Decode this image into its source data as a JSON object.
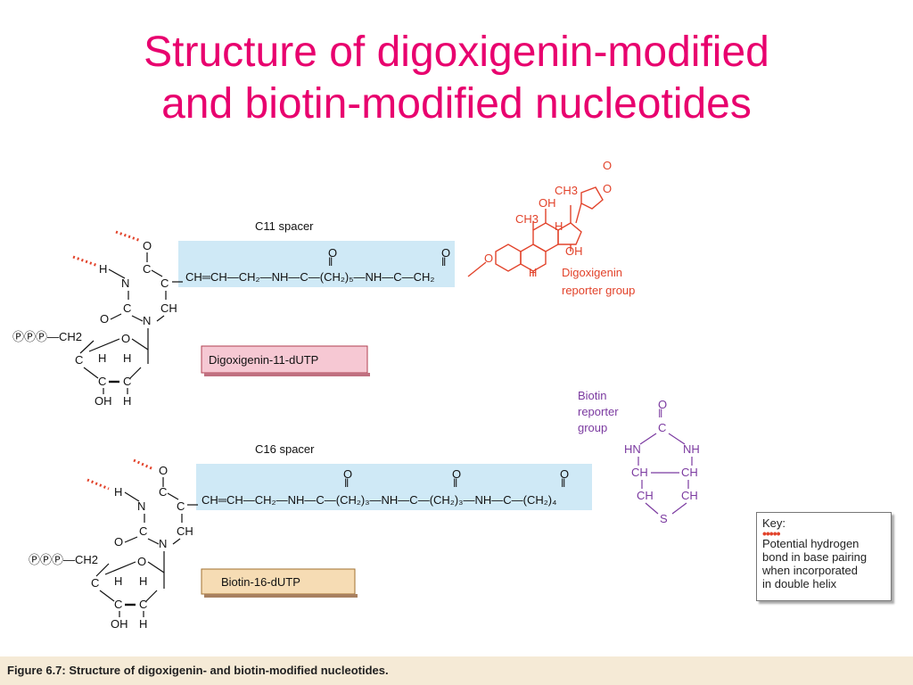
{
  "slide": {
    "title_line1": "Structure of digoxigenin-modified",
    "title_line2": "and biotin-modified nucleotides"
  },
  "digoxigenin": {
    "spacer_label": "C11 spacer",
    "nucleotide_label": "Digoxigenin-11-dUTP",
    "reporter_label_line1": "Digoxigenin",
    "reporter_label_line2": "reporter group",
    "chain": "CH═CH—CH₂—NH—C—(CH₂)₅—NH—C—CH₂",
    "linker_o": "O",
    "labels": {
      "ch3_top": "CH3",
      "oh_top": "OH",
      "ch3_mid": "CH3",
      "h_mid": "H",
      "oh_bottom": "OH",
      "h_bottom": "H",
      "o_lactone": "O",
      "o_ring": "O"
    }
  },
  "biotin": {
    "spacer_label": "C16 spacer",
    "nucleotide_label": "Biotin-16-dUTP",
    "reporter_label_line1": "Biotin",
    "reporter_label_line2": "reporter",
    "reporter_label_line3": "group",
    "chain": "CH═CH—CH₂—NH—C—(CH₂)₃—NH—C—(CH₂)₃—NH—C—(CH₂)₄",
    "ring": {
      "o": "O",
      "c": "C",
      "hn": "HN",
      "nh": "NH",
      "ch_left": "CH",
      "ch_right": "CH",
      "ch_left2": "CH",
      "ch_right2": "CH",
      "s": "S"
    }
  },
  "uracil": {
    "o_top": "O",
    "h": "H",
    "n": "N",
    "c_upper": "C",
    "c_lower": "C",
    "c_mid": "C",
    "ch": "CH",
    "o_bottom": "O",
    "n_bottom": "N"
  },
  "sugar": {
    "ppp": "ⓅⓅⓅ—CH2",
    "c": "C",
    "h_left": "H",
    "h_right": "H",
    "c_left": "C",
    "c_right": "C",
    "oh": "OH",
    "h_bottom": "H",
    "o_ring": "O"
  },
  "key": {
    "title": "Key:",
    "line1": "Potential hydrogen",
    "line2": "bond in base pairing",
    "line3": "when incorporated",
    "line4": "in double helix"
  },
  "caption": {
    "prefix": "Figure 6.7:",
    "text": "Structure of digoxigenin- and biotin-modified nucleotides."
  },
  "colors": {
    "title": "#e8006e",
    "digoxigenin": "#e2432b",
    "biotin": "#7b3aa0",
    "spacer_band": "#cfe9f6",
    "label_box_dig": "#f6c8d3",
    "label_box_bio": "#f6dcb4"
  }
}
